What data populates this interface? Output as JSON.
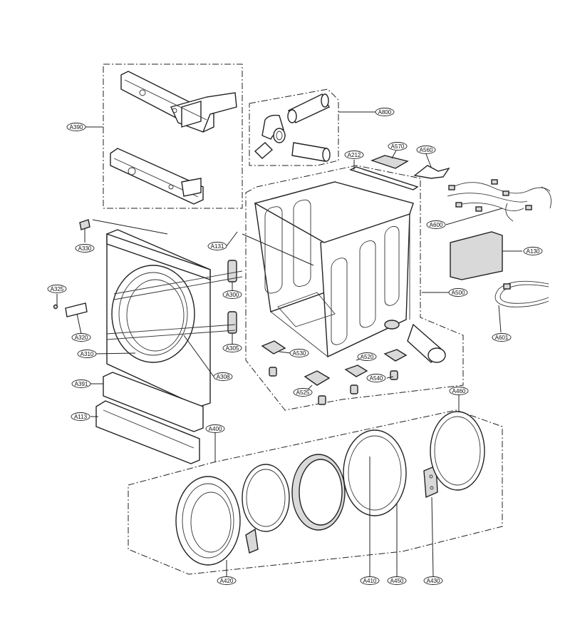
{
  "callouts": [
    {
      "id": "A390",
      "label": "A390"
    },
    {
      "id": "A800",
      "label": "A800"
    },
    {
      "id": "A212",
      "label": "A212"
    },
    {
      "id": "A570",
      "label": "A570"
    },
    {
      "id": "A560",
      "label": "A560"
    },
    {
      "id": "A600",
      "label": "A600"
    },
    {
      "id": "A330",
      "label": "A330"
    },
    {
      "id": "A131",
      "label": "A131"
    },
    {
      "id": "A130",
      "label": "A130"
    },
    {
      "id": "A325",
      "label": "A325"
    },
    {
      "id": "A300",
      "label": "A300"
    },
    {
      "id": "A500",
      "label": "A500"
    },
    {
      "id": "A320",
      "label": "A320"
    },
    {
      "id": "A601",
      "label": "A601"
    },
    {
      "id": "A310",
      "label": "A310"
    },
    {
      "id": "A305",
      "label": "A305"
    },
    {
      "id": "A530",
      "label": "A530"
    },
    {
      "id": "A520",
      "label": "A520"
    },
    {
      "id": "A308",
      "label": "A308"
    },
    {
      "id": "A540",
      "label": "A540"
    },
    {
      "id": "A391",
      "label": "A391"
    },
    {
      "id": "A525",
      "label": "A525"
    },
    {
      "id": "A460",
      "label": "A460"
    },
    {
      "id": "A113",
      "label": "A113"
    },
    {
      "id": "A400",
      "label": "A400"
    },
    {
      "id": "A420",
      "label": "A420"
    },
    {
      "id": "A410",
      "label": "A410"
    },
    {
      "id": "A450",
      "label": "A450"
    },
    {
      "id": "A430",
      "label": "A430"
    }
  ]
}
